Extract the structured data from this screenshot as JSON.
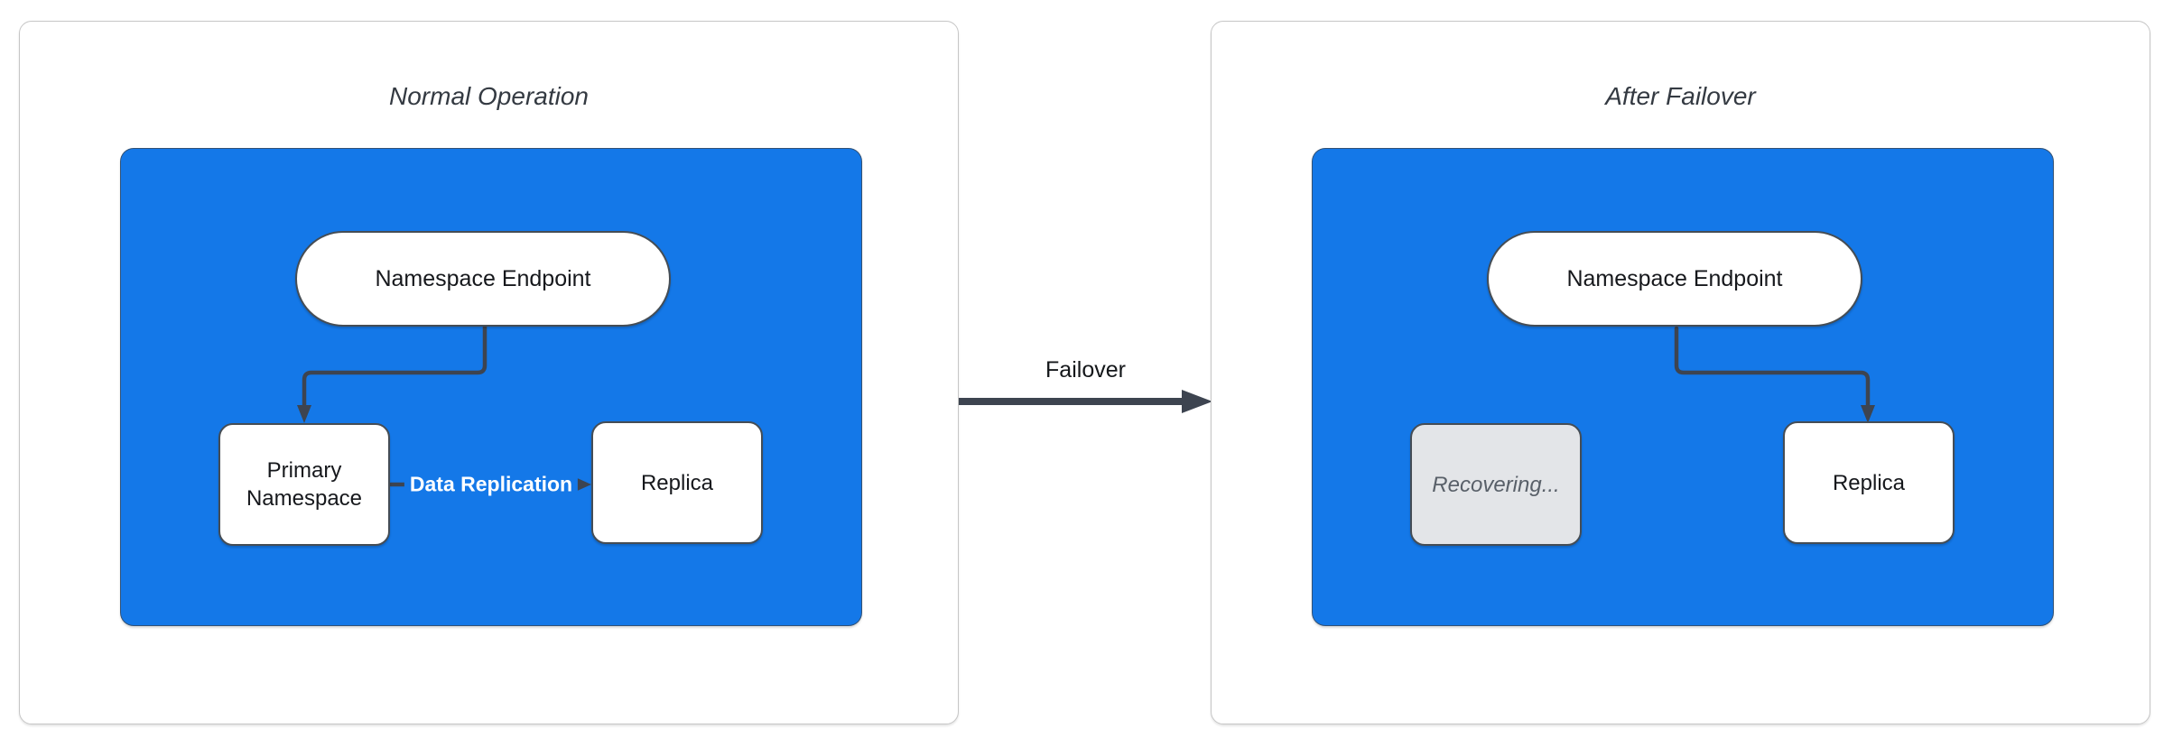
{
  "colors": {
    "accent_blue": "#1478e8",
    "panel_bg": "#ffffff",
    "panel_border": "#c6c6c6",
    "node_bg": "#ffffff",
    "node_border": "#454d55",
    "node_text": "#16181c",
    "arrow": "#3d4450",
    "title_text": "#343a42",
    "recovering_bg": "#e3e5e8",
    "recovering_text": "#596069",
    "edge_label_text": "#ffffff",
    "canvas_bg": "#ffffff"
  },
  "panels": [
    {
      "title": "Normal Operation",
      "nodes": {
        "endpoint": "Namespace Endpoint",
        "left": "Primary Namespace",
        "right": "Replica"
      },
      "edge_label": "Data Replication"
    },
    {
      "title": "After Failover",
      "nodes": {
        "endpoint": "Namespace Endpoint",
        "left": "Recovering...",
        "right": "Replica"
      }
    }
  ],
  "failover": {
    "label": "Failover"
  }
}
